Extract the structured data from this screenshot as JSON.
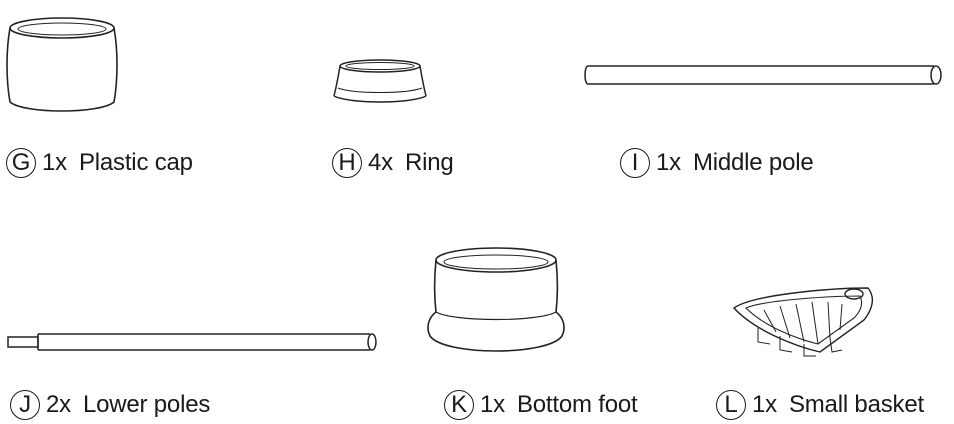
{
  "parts": [
    {
      "letter": "G",
      "qty": "1x",
      "name": "Plastic cap",
      "art": "plastic-cap-icon"
    },
    {
      "letter": "H",
      "qty": "4x",
      "name": "Ring",
      "art": "ring-icon"
    },
    {
      "letter": "I",
      "qty": "1x",
      "name": "Middle pole",
      "art": "middle-pole-icon"
    },
    {
      "letter": "J",
      "qty": "2x",
      "name": "Lower poles",
      "art": "lower-poles-icon"
    },
    {
      "letter": "K",
      "qty": "1x",
      "name": "Bottom foot",
      "art": "bottom-foot-icon"
    },
    {
      "letter": "L",
      "qty": "1x",
      "name": "Small basket",
      "art": "small-basket-icon"
    }
  ]
}
